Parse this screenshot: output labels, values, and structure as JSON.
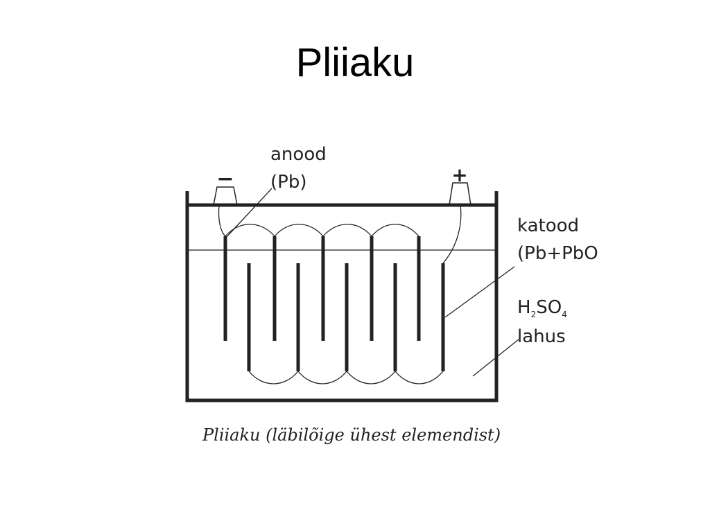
{
  "slide": {
    "title": "Pliiaku"
  },
  "diagram": {
    "terminal_negative": "−",
    "terminal_positive": "+",
    "anode_label": "anood",
    "anode_material": "(Pb)",
    "cathode_label": "katood",
    "cathode_material": "(Pb+PbO",
    "electrolyte_h": "H",
    "electrolyte_sub2": "2",
    "electrolyte_so": "SO",
    "electrolyte_sub4": "4",
    "electrolyte_label": "lahus",
    "caption": "Pliiaku (läbilõige ühest elemendist)"
  },
  "colors": {
    "ink": "#222222",
    "background": "#ffffff"
  }
}
